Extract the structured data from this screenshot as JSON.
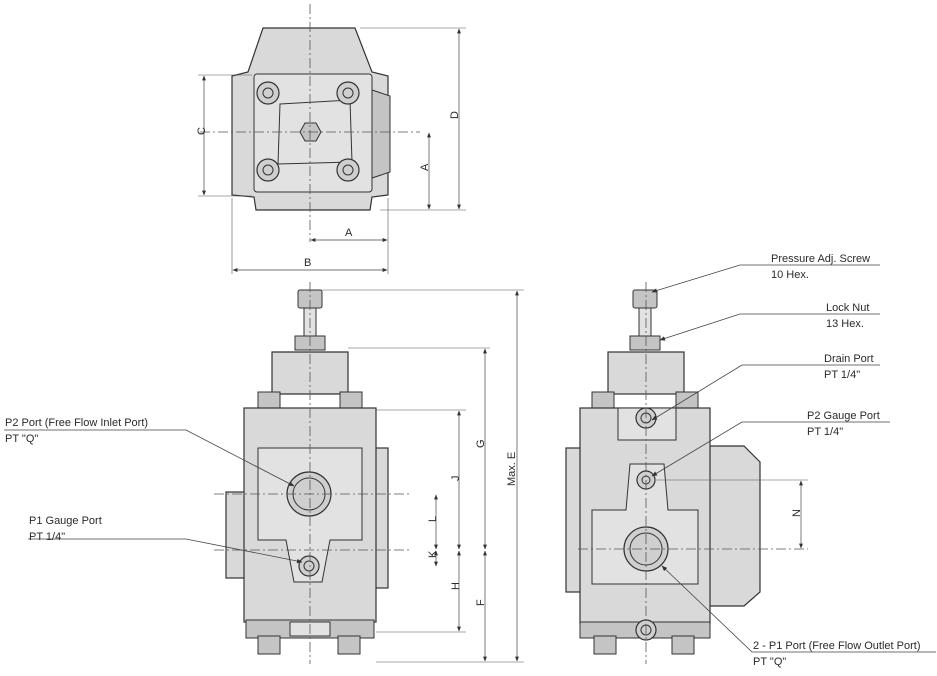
{
  "callouts": {
    "p2_port": {
      "line1": "P2 Port (Free Flow Inlet Port)",
      "line2": "PT \"Q\""
    },
    "p1_gauge": {
      "line1": "P1 Gauge Port",
      "line2": "PT 1/4\""
    },
    "pressure_adj": {
      "line1": "Pressure Adj. Screw",
      "line2": "10 Hex."
    },
    "lock_nut": {
      "line1": "Lock Nut",
      "line2": "13 Hex."
    },
    "drain_port": {
      "line1": "Drain Port",
      "line2": "PT 1/4\""
    },
    "p2_gauge": {
      "line1": "P2 Gauge Port",
      "line2": "PT 1/4\""
    },
    "p1_port": {
      "line1": "2 - P1 Port (Free Flow Outlet Port)",
      "line2": "PT \"Q\""
    }
  },
  "dimensions": {
    "top_view": {
      "c": "C",
      "d": "D",
      "a_vertical": "A",
      "a_horizontal": "A",
      "b": "B"
    },
    "front_view": {
      "g": "G",
      "j": "J",
      "l": "L",
      "k": "K",
      "h": "H",
      "f": "F",
      "max_e": "Max. E"
    },
    "side_view": {
      "n": "N"
    }
  }
}
